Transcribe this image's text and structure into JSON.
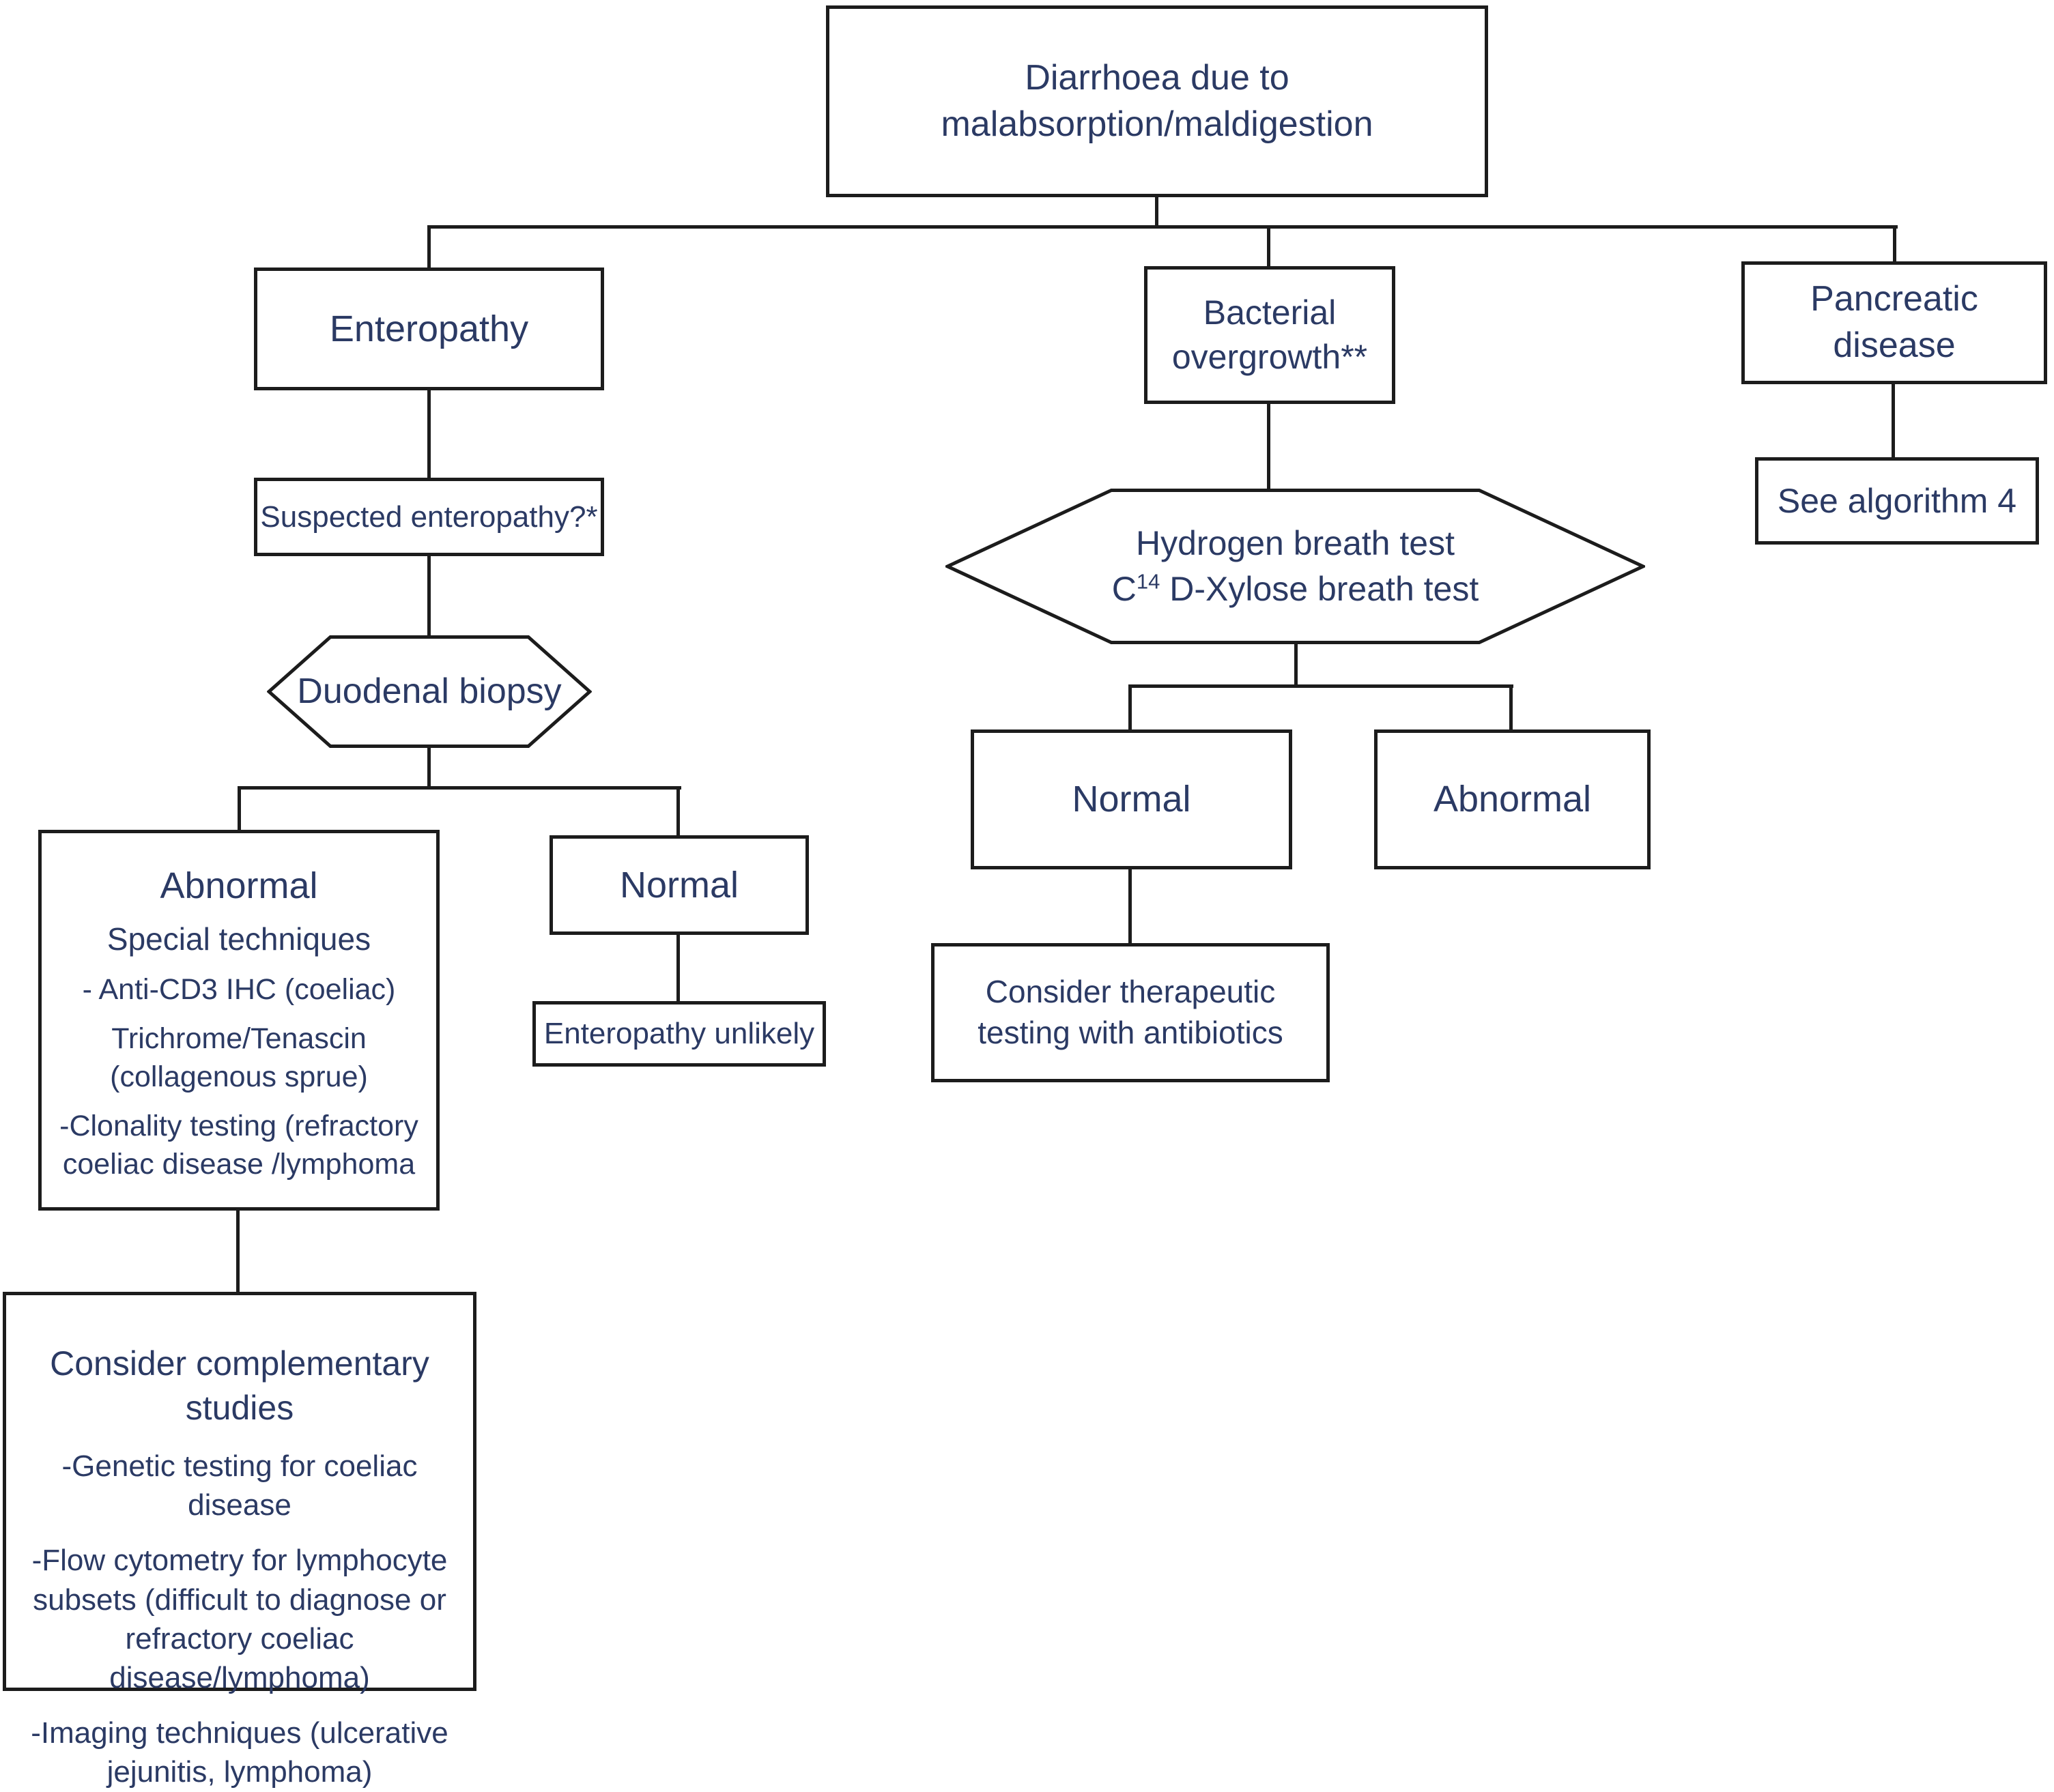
{
  "colors": {
    "text": "#2b3a64",
    "line": "#1c1c1c",
    "box_background": "#ffffff"
  },
  "root": {
    "line1": "Diarrhoea due to",
    "line2": "malabsorption/maldigestion"
  },
  "enteropathy_branch": {
    "enteropathy": {
      "label": "Enteropathy"
    },
    "suspected": {
      "label": "Suspected enteropathy?*"
    },
    "duodenal_biopsy": {
      "label": "Duodenal biopsy"
    },
    "abnormal": {
      "title": "Abnormal",
      "subtitle": "Special techniques",
      "items": [
        "- Anti-CD3 IHC (coeliac)",
        "Trichrome/Tenascin (collagenous sprue)",
        "-Clonality testing (refractory coeliac disease /lymphoma"
      ]
    },
    "normal": {
      "label": "Normal"
    },
    "enteropathy_unlikely": {
      "label": "Enteropathy unlikely"
    },
    "complementary": {
      "title": "Consider complementary studies",
      "items": [
        "-Genetic testing for coeliac disease",
        "-Flow cytometry for lymphocyte subsets (difficult to diagnose or refractory coeliac disease/lymphoma)",
        "-Imaging techniques (ulcerative jejunitis, lymphoma)"
      ]
    }
  },
  "bacterial_branch": {
    "bacterial_overgrowth": {
      "label": "Bacterial overgrowth**"
    },
    "breath_test": {
      "line1": "Hydrogen breath test",
      "line2_prefix": "C",
      "line2_sup": "14",
      "line2_rest": " D-Xylose breath test"
    },
    "normal": {
      "label": "Normal"
    },
    "abnormal": {
      "label": "Abnormal"
    },
    "antibiotics": {
      "label": "Consider therapeutic testing with antibiotics"
    }
  },
  "pancreatic_branch": {
    "pancreatic_disease": {
      "label": "Pancreatic disease"
    },
    "see_algorithm": {
      "label": "See algorithm 4"
    }
  }
}
